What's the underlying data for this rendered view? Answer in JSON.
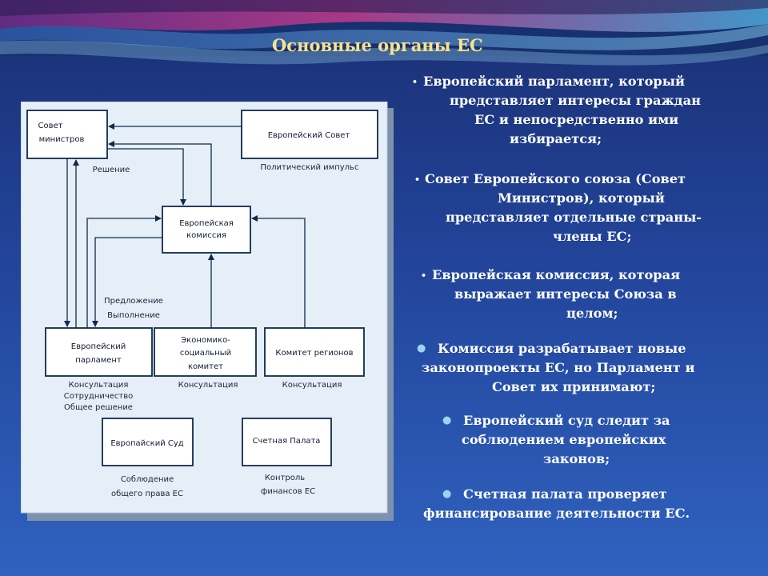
{
  "slide": {
    "title": "Основные органы ЕС",
    "colors": {
      "title": "#fbe28a",
      "text": "#ffffff",
      "bullet_accent": "#9bd4f2",
      "panel": "#e6eff8",
      "box_border": "#0e2a4a"
    }
  },
  "diagram": {
    "boxes": {
      "council_of_ministers": [
        "Совет",
        "министров"
      ],
      "european_council": [
        "Европейский Совет"
      ],
      "commission": [
        "Европейская",
        "комиссия"
      ],
      "parliament": [
        "Европейский",
        "парламент"
      ],
      "ecosoc": [
        "Экономико-",
        "социальный",
        "комитет"
      ],
      "regions": [
        "Комитет регионов"
      ],
      "court": [
        "Европайский Суд"
      ],
      "audit": [
        "Счетная Палата"
      ]
    },
    "labels": {
      "decision": "Решение",
      "political_impulse": "Политический импульс",
      "proposal": [
        "Предложение",
        "Выполнение"
      ],
      "parliament_roles": [
        "Консультация",
        "Сотрудничество",
        "Общее решение"
      ],
      "ecosoc_role": "Консультация",
      "regions_role": "Консультация",
      "court_role": [
        "Соблюдение",
        "общего права ЕС"
      ],
      "audit_role": [
        "Контроль",
        "финансов ЕС"
      ]
    }
  },
  "bullets": [
    {
      "lines": [
        "Европейский парламент, который",
        "представляет интересы граждан",
        "ЕС и непосредственно ими",
        "избирается;"
      ]
    },
    {
      "lines": [
        "Совет Европейского союза (Совет",
        "Министров), который",
        "представляет отдельные страны-",
        "члены ЕС;"
      ]
    },
    {
      "lines": [
        "Европейская комиссия, которая",
        "выражает интересы Союза в",
        "целом;"
      ]
    },
    {
      "lines": [
        "Комиссия разрабатывает новые",
        "законопроекты ЕС, но Парламент и",
        "Совет их принимают;"
      ]
    },
    {
      "lines": [
        "Европейский суд следит за",
        "соблюдением европейских",
        "законов;"
      ]
    },
    {
      "lines": [
        "Счетная палата проверяет",
        "финансирование деятельности ЕС."
      ]
    }
  ]
}
